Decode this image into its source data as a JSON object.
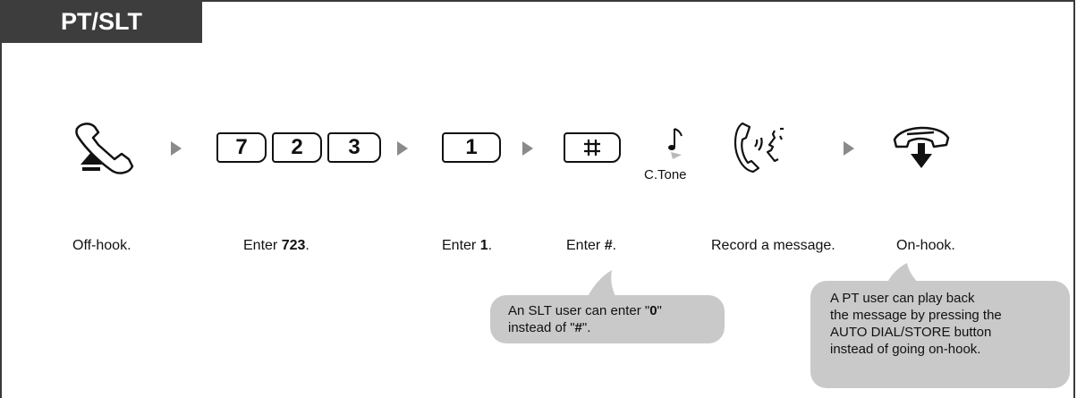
{
  "header": {
    "title": "PT/SLT"
  },
  "steps": [
    {
      "label_pre": "Off-hook.",
      "label_bold": "",
      "label_post": ""
    },
    {
      "label_pre": "Enter ",
      "label_bold": "723",
      "label_post": "."
    },
    {
      "label_pre": "Enter ",
      "label_bold": "1",
      "label_post": "."
    },
    {
      "label_pre": "Enter ",
      "label_bold": "#",
      "label_post": "."
    },
    {
      "label_pre": "Record a message.",
      "label_bold": "",
      "label_post": ""
    },
    {
      "label_pre": "On-hook.",
      "label_bold": "",
      "label_post": ""
    }
  ],
  "keys": {
    "d7": "7",
    "d2": "2",
    "d3": "3",
    "d1": "1"
  },
  "tone": {
    "label": "C.Tone"
  },
  "notes": {
    "slt": {
      "t1": "An SLT user can enter \"",
      "b1": "0",
      "t2": "\"",
      "t3": "instead of \"",
      "b2": "#",
      "t4": "\"."
    },
    "pt": {
      "lines": [
        "A PT user can play back",
        "the message by pressing the",
        "AUTO DIAL/STORE button",
        "instead of going on-hook."
      ]
    }
  },
  "icons": [
    "off-hook-handset-icon",
    "arrow-icon",
    "hash-key-icon",
    "music-note-icon",
    "speaking-handset-icon",
    "on-hook-handset-icon"
  ]
}
